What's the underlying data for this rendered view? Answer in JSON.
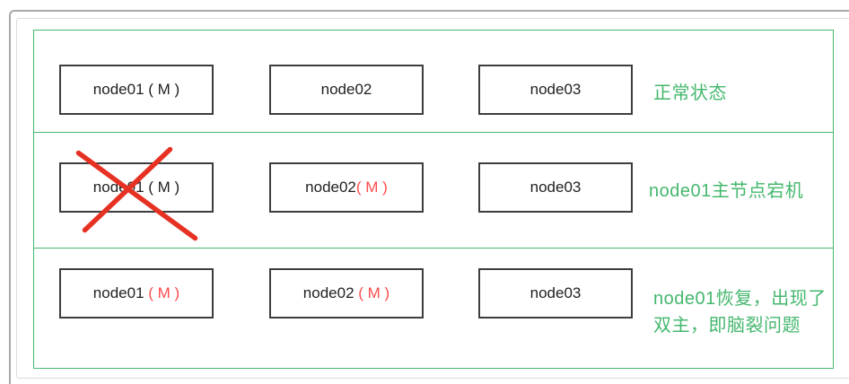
{
  "colors": {
    "green": "#45b76e",
    "red_text": "#fb4b4b",
    "red_cross": "#e63123",
    "box_border": "#3d3d3d",
    "text": "#1f1f1f",
    "frame_outer": "#a9a9a9",
    "frame_inner": "#dcdcdc"
  },
  "rows": [
    {
      "label_lines": [
        "正常状态"
      ],
      "nodes": [
        {
          "name": "node01",
          "master": " ( M )",
          "master_red": false,
          "crossed": false
        },
        {
          "name": "node02",
          "master": "",
          "master_red": false,
          "crossed": false
        },
        {
          "name": "node03",
          "master": "",
          "master_red": false,
          "crossed": false
        }
      ]
    },
    {
      "label_lines": [
        "node01主节点宕机"
      ],
      "nodes": [
        {
          "name": "node01",
          "master": " ( M )",
          "master_red": false,
          "crossed": true
        },
        {
          "name": "node02",
          "master": "( M )",
          "master_red": true,
          "crossed": false
        },
        {
          "name": "node03",
          "master": "",
          "master_red": false,
          "crossed": false
        }
      ]
    },
    {
      "label_lines": [
        "node01恢复，出现了",
        "双主，即脑裂问题"
      ],
      "nodes": [
        {
          "name": "node01",
          "master": " ( M )",
          "master_red": true,
          "crossed": false
        },
        {
          "name": "node02",
          "master": " ( M )",
          "master_red": true,
          "crossed": false
        },
        {
          "name": "node03",
          "master": "",
          "master_red": false,
          "crossed": false
        }
      ]
    }
  ]
}
